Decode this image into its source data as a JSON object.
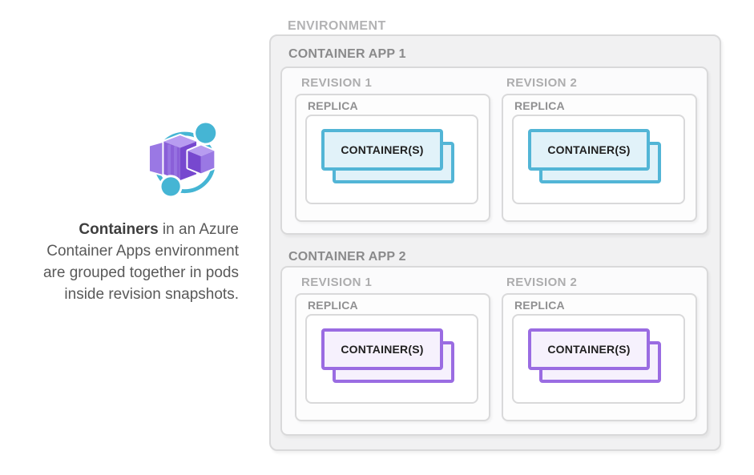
{
  "left_panel": {
    "icon": "azure-container-apps-icon",
    "caption": {
      "line1_bold": "Containers",
      "line1_rest": " in an Azure",
      "lines": [
        "Container Apps environment",
        "are grouped together in pods",
        "inside revision snapshots."
      ]
    }
  },
  "diagram": {
    "environment_label": "ENVIRONMENT",
    "apps": [
      {
        "label": "CONTAINER APP 1",
        "accent": "#52b5d6",
        "container_fill": "#e1f2f9",
        "revisions": [
          {
            "label": "REVISION 1",
            "replica_label": "REPLICA",
            "container_label": "CONTAINER(S)"
          },
          {
            "label": "REVISION 2",
            "replica_label": "REPLICA",
            "container_label": "CONTAINER(S)"
          }
        ]
      },
      {
        "label": "CONTAINER APP 2",
        "accent": "#9a6ce2",
        "container_fill": "#f6f1fd",
        "revisions": [
          {
            "label": "REVISION 1",
            "replica_label": "REPLICA",
            "container_label": "CONTAINER(S)"
          },
          {
            "label": "REVISION 2",
            "replica_label": "REPLICA",
            "container_label": "CONTAINER(S)"
          }
        ]
      }
    ]
  },
  "colors": {
    "page_bg": "#ffffff",
    "box_border": "#d9d9da",
    "env_fill": "#f1f1f2",
    "app_fill": "#fbfbfc",
    "rev_fill": "#fdfdfd",
    "replica_fill": "#ffffff",
    "env_label": "#b3b3b4",
    "app_label": "#8a8a8b",
    "rev_label": "#adadae",
    "replica_label": "#909091",
    "container_text": "#1f1f1f",
    "caption_text": "#595959",
    "caption_bold": "#3e3e3e",
    "icon_teal": "#45b5d4",
    "icon_purple": "#8a5fd8",
    "icon_purple_light": "#b79cf0",
    "icon_purple_mid": "#9a78e4",
    "icon_purple_dark": "#7748cf"
  }
}
